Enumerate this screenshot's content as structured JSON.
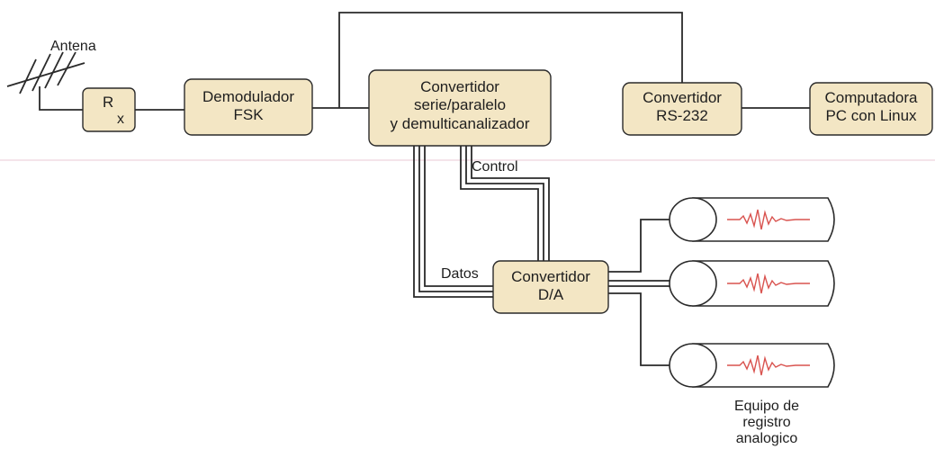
{
  "antenna": {
    "label": "Antena"
  },
  "blocks": {
    "receiver": {
      "label_main": "R",
      "label_sub": "x"
    },
    "demodulator": {
      "line1": "Demodulador",
      "line2": "FSK"
    },
    "serial_parallel": {
      "line1": "Convertidor",
      "line2": "serie/paralelo",
      "line3": "y demulticanalizador"
    },
    "rs232": {
      "line1": "Convertidor",
      "line2": "RS-232"
    },
    "computer": {
      "line1": "Computadora",
      "line2": "PC con Linux"
    },
    "dac": {
      "line1": "Convertidor",
      "line2": "D/A"
    }
  },
  "connections": {
    "control_label": "Control",
    "data_label": "Datos"
  },
  "recorders": {
    "count": 3,
    "caption": [
      "Equipo de",
      "registro",
      "analogico"
    ]
  },
  "colors": {
    "block_fill": "#f3e6c4",
    "line": "#2a2a2a",
    "seismogram": "#d9534f"
  }
}
